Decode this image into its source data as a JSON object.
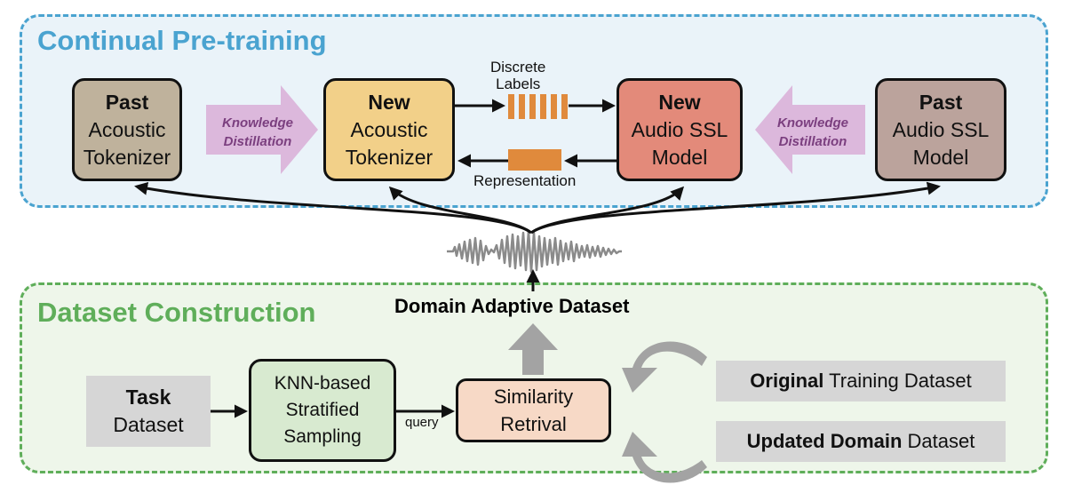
{
  "sections": {
    "pretraining_title": "Continual Pre-training",
    "dataset_title": "Dataset Construction"
  },
  "pretraining": {
    "past_tokenizer": {
      "bold": "Past",
      "line1": "Acoustic",
      "line2": "Tokenizer"
    },
    "new_tokenizer": {
      "bold": "New",
      "line1": "Acoustic",
      "line2": "Tokenizer"
    },
    "new_ssl": {
      "bold": "New",
      "line1": "Audio SSL",
      "line2": "Model"
    },
    "past_ssl": {
      "bold": "Past",
      "line1": "Audio SSL",
      "line2": "Model"
    },
    "kd_left": {
      "line1": "Knowledge",
      "line2": "Distillation"
    },
    "kd_right": {
      "line1": "Knowledge",
      "line2": "Distillation"
    },
    "discrete_labels": {
      "line1": "Discrete",
      "line2": "Labels"
    },
    "representation": "Representation"
  },
  "dataset": {
    "domain_adaptive": "Domain Adaptive Dataset",
    "task": {
      "bold": "Task",
      "line1": "Dataset"
    },
    "knn": {
      "line1": "KNN-based",
      "line2": "Stratified",
      "line3": "Sampling"
    },
    "query": "query",
    "similarity": {
      "line1": "Similarity",
      "line2": "Retrival"
    },
    "original": {
      "bold": "Original",
      "rest": " Training Dataset"
    },
    "updated": {
      "bold": "Updated Domain",
      "rest": " Dataset"
    }
  },
  "colors": {
    "pretrain_accent": "#4aa3d0",
    "dataset_accent": "#5fae5a",
    "kd_arrow": "#dcb8dc",
    "kd_text": "#7b3f7f",
    "label_orange": "#e08a3c",
    "gray_arrow": "#a3a3a3"
  }
}
